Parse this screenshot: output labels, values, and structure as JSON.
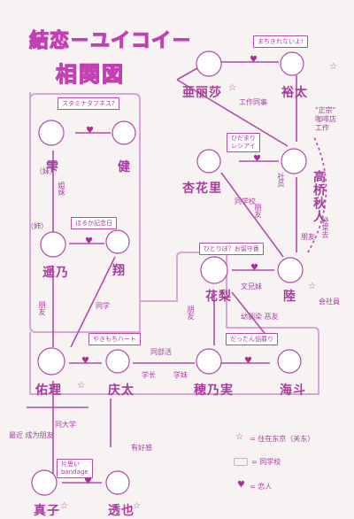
{
  "title": {
    "line1": "結恋－ユイコイ－",
    "line2": "相関図"
  },
  "colors": {
    "ink": "#b44aa9",
    "text": "#a83aa0",
    "paper": "#f7f3f2"
  },
  "people": {
    "shizuku": "雫",
    "ken": "健",
    "haruno": "遥乃",
    "sho": "翔",
    "yuri": "佑理",
    "keita": "庆太",
    "honomi": "穂乃実",
    "kaito": "海斗",
    "mako": "真子",
    "toya": "透也",
    "arisa": "亜丽莎",
    "yuta": "裕太",
    "karin_top": "杏花里",
    "takahashi": "高桥秋人",
    "karin": "花梨",
    "riku": "陸"
  },
  "notes": {
    "shizuku_sis": "（妹）",
    "haruno_sis": "（姉）",
    "sisters": "姐妹",
    "friend1": "朋友",
    "friend2": "朋友",
    "friend3": "朋友",
    "classmate1": "同学",
    "classmate_school": "同学校",
    "same_club": "同部活",
    "school_a": "学长",
    "school_b": "学妹",
    "same_univ": "同大学",
    "good_feeling": "有好感",
    "colleague": "工作同事",
    "boss": "社员",
    "siblings": "文兄妹",
    "osananajimi": "幼驯染\n恶友",
    "best_friends": "最近\n成为朋友",
    "regular": "经常去",
    "cafe_work": "\"正宗\"\n咖啡店\n工作",
    "president": "会社員"
  },
  "bubbles": {
    "ken": "スタミナタフネス?",
    "haruno": "ほるか記念日",
    "keita": "やきもちハート",
    "honomi": "だったん悩罪り",
    "toya": "片思い\nbandage",
    "yuta": "まちきれないよ!",
    "karin_top": "ひだまり\nレシアイ",
    "karin": "ひとりぼ？お留守番"
  },
  "legend": {
    "star": "= 住在东京（关东）",
    "box": "= 同学校",
    "heart": "= 恋人"
  }
}
